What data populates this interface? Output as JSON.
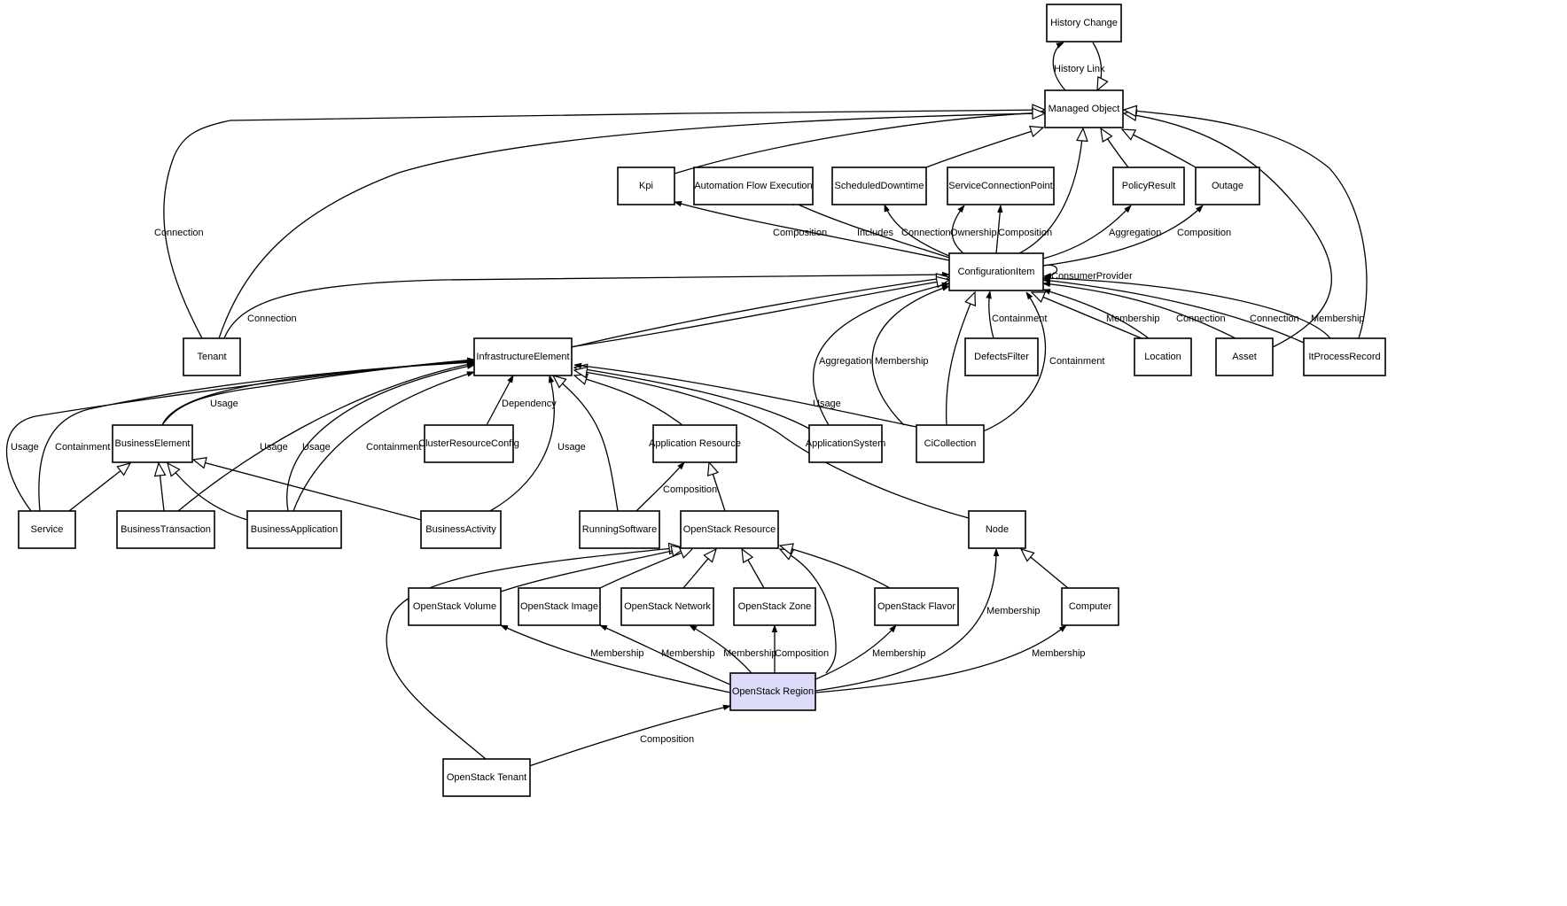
{
  "diagram": {
    "title": "OpenStack Region class model",
    "highlight_color": "#dcdcfa",
    "nodes": [
      {
        "id": "history_change",
        "label": "History Change"
      },
      {
        "id": "managed_object",
        "label": "Managed Object"
      },
      {
        "id": "kpi",
        "label": "Kpi"
      },
      {
        "id": "automation_flow_execution",
        "label": "Automation Flow Execution"
      },
      {
        "id": "scheduled_downtime",
        "label": "ScheduledDowntime"
      },
      {
        "id": "service_connection_point",
        "label": "ServiceConnectionPoint"
      },
      {
        "id": "policy_result",
        "label": "PolicyResult"
      },
      {
        "id": "outage",
        "label": "Outage"
      },
      {
        "id": "configuration_item",
        "label": "ConfigurationItem"
      },
      {
        "id": "tenant",
        "label": "Tenant"
      },
      {
        "id": "infrastructure_element",
        "label": "InfrastructureElement"
      },
      {
        "id": "defects_filter",
        "label": "DefectsFilter"
      },
      {
        "id": "location",
        "label": "Location"
      },
      {
        "id": "asset",
        "label": "Asset"
      },
      {
        "id": "it_process_record",
        "label": "ItProcessRecord"
      },
      {
        "id": "business_element",
        "label": "BusinessElement"
      },
      {
        "id": "cluster_resource_config",
        "label": "ClusterResourceConfig"
      },
      {
        "id": "application_resource",
        "label": "Application Resource"
      },
      {
        "id": "application_system",
        "label": "ApplicationSystem"
      },
      {
        "id": "ci_collection",
        "label": "CiCollection"
      },
      {
        "id": "service",
        "label": "Service"
      },
      {
        "id": "business_transaction",
        "label": "BusinessTransaction"
      },
      {
        "id": "business_application",
        "label": "BusinessApplication"
      },
      {
        "id": "business_activity",
        "label": "BusinessActivity"
      },
      {
        "id": "running_software",
        "label": "RunningSoftware"
      },
      {
        "id": "openstack_resource",
        "label": "OpenStack Resource"
      },
      {
        "id": "node",
        "label": "Node"
      },
      {
        "id": "openstack_volume",
        "label": "OpenStack Volume"
      },
      {
        "id": "openstack_image",
        "label": "OpenStack Image"
      },
      {
        "id": "openstack_network",
        "label": "OpenStack Network"
      },
      {
        "id": "openstack_zone",
        "label": "OpenStack Zone"
      },
      {
        "id": "openstack_flavor",
        "label": "OpenStack Flavor"
      },
      {
        "id": "computer",
        "label": "Computer"
      },
      {
        "id": "openstack_region",
        "label": "OpenStack Region",
        "highlighted": true
      },
      {
        "id": "openstack_tenant",
        "label": "OpenStack Tenant"
      }
    ],
    "edges": [
      {
        "from": "managed_object",
        "to": "history_change",
        "kind": "association",
        "label": "History Link"
      },
      {
        "from": "history_change",
        "to": "managed_object",
        "kind": "inheritance",
        "label": ""
      },
      {
        "from": "kpi",
        "to": "managed_object",
        "kind": "inheritance",
        "label": ""
      },
      {
        "from": "scheduled_downtime",
        "to": "managed_object",
        "kind": "inheritance",
        "label": ""
      },
      {
        "from": "configuration_item",
        "to": "managed_object",
        "kind": "inheritance",
        "label": ""
      },
      {
        "from": "policy_result",
        "to": "managed_object",
        "kind": "inheritance",
        "label": ""
      },
      {
        "from": "outage",
        "to": "managed_object",
        "kind": "inheritance",
        "label": ""
      },
      {
        "from": "tenant",
        "to": "managed_object",
        "kind": "inheritance",
        "label": "Connection"
      },
      {
        "from": "tenant",
        "to": "managed_object",
        "kind": "inheritance",
        "label": ""
      },
      {
        "from": "asset",
        "to": "managed_object",
        "kind": "inheritance",
        "label": ""
      },
      {
        "from": "it_process_record",
        "to": "managed_object",
        "kind": "inheritance",
        "label": ""
      },
      {
        "from": "configuration_item",
        "to": "kpi",
        "kind": "association",
        "label": "Composition"
      },
      {
        "from": "configuration_item",
        "to": "automation_flow_execution",
        "kind": "association",
        "label": "Includes"
      },
      {
        "from": "configuration_item",
        "to": "scheduled_downtime",
        "kind": "association",
        "label": "Connection"
      },
      {
        "from": "configuration_item",
        "to": "service_connection_point",
        "kind": "association",
        "label": "Ownership"
      },
      {
        "from": "configuration_item",
        "to": "service_connection_point",
        "kind": "association",
        "label": "Composition"
      },
      {
        "from": "configuration_item",
        "to": "policy_result",
        "kind": "association",
        "label": "Aggregation"
      },
      {
        "from": "configuration_item",
        "to": "outage",
        "kind": "association",
        "label": "Composition"
      },
      {
        "from": "configuration_item",
        "to": "configuration_item",
        "kind": "association",
        "label": "ConsumerProvider"
      },
      {
        "from": "tenant",
        "to": "configuration_item",
        "kind": "association",
        "label": "Connection"
      },
      {
        "from": "infrastructure_element",
        "to": "configuration_item",
        "kind": "inheritance",
        "label": ""
      },
      {
        "from": "business_element",
        "to": "configuration_item",
        "kind": "inheritance",
        "label": ""
      },
      {
        "from": "application_system",
        "to": "configuration_item",
        "kind": "association",
        "label": "Aggregation"
      },
      {
        "from": "ci_collection",
        "to": "configuration_item",
        "kind": "association",
        "label": "Membership"
      },
      {
        "from": "ci_collection",
        "to": "configuration_item",
        "kind": "inheritance",
        "label": ""
      },
      {
        "from": "defects_filter",
        "to": "configuration_item",
        "kind": "association",
        "label": "Containment"
      },
      {
        "from": "ci_collection",
        "to": "configuration_item",
        "kind": "association",
        "label": "Containment"
      },
      {
        "from": "location",
        "to": "configuration_item",
        "kind": "inheritance",
        "label": ""
      },
      {
        "from": "location",
        "to": "configuration_item",
        "kind": "association",
        "label": "Membership"
      },
      {
        "from": "asset",
        "to": "configuration_item",
        "kind": "association",
        "label": "Connection"
      },
      {
        "from": "it_process_record",
        "to": "configuration_item",
        "kind": "association",
        "label": "Connection"
      },
      {
        "from": "it_process_record",
        "to": "configuration_item",
        "kind": "association",
        "label": "Membership"
      },
      {
        "from": "service",
        "to": "infrastructure_element",
        "kind": "association",
        "label": "Usage"
      },
      {
        "from": "service",
        "to": "infrastructure_element",
        "kind": "association",
        "label": "Containment"
      },
      {
        "from": "business_element",
        "to": "infrastructure_element",
        "kind": "association",
        "label": "Usage"
      },
      {
        "from": "business_transaction",
        "to": "infrastructure_element",
        "kind": "association",
        "label": "Usage"
      },
      {
        "from": "business_application",
        "to": "infrastructure_element",
        "kind": "association",
        "label": "Usage"
      },
      {
        "from": "business_application",
        "to": "infrastructure_element",
        "kind": "association",
        "label": "Containment"
      },
      {
        "from": "cluster_resource_config",
        "to": "infrastructure_element",
        "kind": "association",
        "label": "Dependency"
      },
      {
        "from": "business_activity",
        "to": "infrastructure_element",
        "kind": "association",
        "label": "Usage"
      },
      {
        "from": "running_software",
        "to": "infrastructure_element",
        "kind": "inheritance",
        "label": ""
      },
      {
        "from": "application_resource",
        "to": "infrastructure_element",
        "kind": "inheritance",
        "label": ""
      },
      {
        "from": "application_system",
        "to": "infrastructure_element",
        "kind": "inheritance",
        "label": ""
      },
      {
        "from": "ci_collection",
        "to": "infrastructure_element",
        "kind": "association",
        "label": "Usage"
      },
      {
        "from": "node",
        "to": "infrastructure_element",
        "kind": "inheritance",
        "label": ""
      },
      {
        "from": "service",
        "to": "business_element",
        "kind": "inheritance",
        "label": ""
      },
      {
        "from": "business_transaction",
        "to": "business_element",
        "kind": "inheritance",
        "label": ""
      },
      {
        "from": "business_application",
        "to": "business_element",
        "kind": "inheritance",
        "label": ""
      },
      {
        "from": "business_activity",
        "to": "business_element",
        "kind": "inheritance",
        "label": ""
      },
      {
        "from": "running_software",
        "to": "application_resource",
        "kind": "association",
        "label": "Composition"
      },
      {
        "from": "openstack_resource",
        "to": "application_resource",
        "kind": "inheritance",
        "label": ""
      },
      {
        "from": "openstack_tenant",
        "to": "openstack_resource",
        "kind": "inheritance",
        "label": ""
      },
      {
        "from": "openstack_volume",
        "to": "openstack_resource",
        "kind": "inheritance",
        "label": ""
      },
      {
        "from": "openstack_image",
        "to": "openstack_resource",
        "kind": "inheritance",
        "label": ""
      },
      {
        "from": "openstack_network",
        "to": "openstack_resource",
        "kind": "inheritance",
        "label": ""
      },
      {
        "from": "openstack_zone",
        "to": "openstack_resource",
        "kind": "inheritance",
        "label": ""
      },
      {
        "from": "openstack_region",
        "to": "openstack_resource",
        "kind": "inheritance",
        "label": ""
      },
      {
        "from": "openstack_flavor",
        "to": "openstack_resource",
        "kind": "inheritance",
        "label": ""
      },
      {
        "from": "computer",
        "to": "node",
        "kind": "inheritance",
        "label": ""
      },
      {
        "from": "openstack_region",
        "to": "openstack_volume",
        "kind": "association",
        "label": "Membership"
      },
      {
        "from": "openstack_region",
        "to": "openstack_image",
        "kind": "association",
        "label": "Membership"
      },
      {
        "from": "openstack_region",
        "to": "openstack_network",
        "kind": "association",
        "label": "Membership"
      },
      {
        "from": "openstack_region",
        "to": "openstack_zone",
        "kind": "association",
        "label": "Composition"
      },
      {
        "from": "openstack_region",
        "to": "openstack_flavor",
        "kind": "association",
        "label": "Membership"
      },
      {
        "from": "openstack_region",
        "to": "node",
        "kind": "association",
        "label": "Membership"
      },
      {
        "from": "openstack_region",
        "to": "computer",
        "kind": "association",
        "label": "Membership"
      },
      {
        "from": "openstack_tenant",
        "to": "openstack_region",
        "kind": "association",
        "label": "Composition"
      }
    ]
  }
}
